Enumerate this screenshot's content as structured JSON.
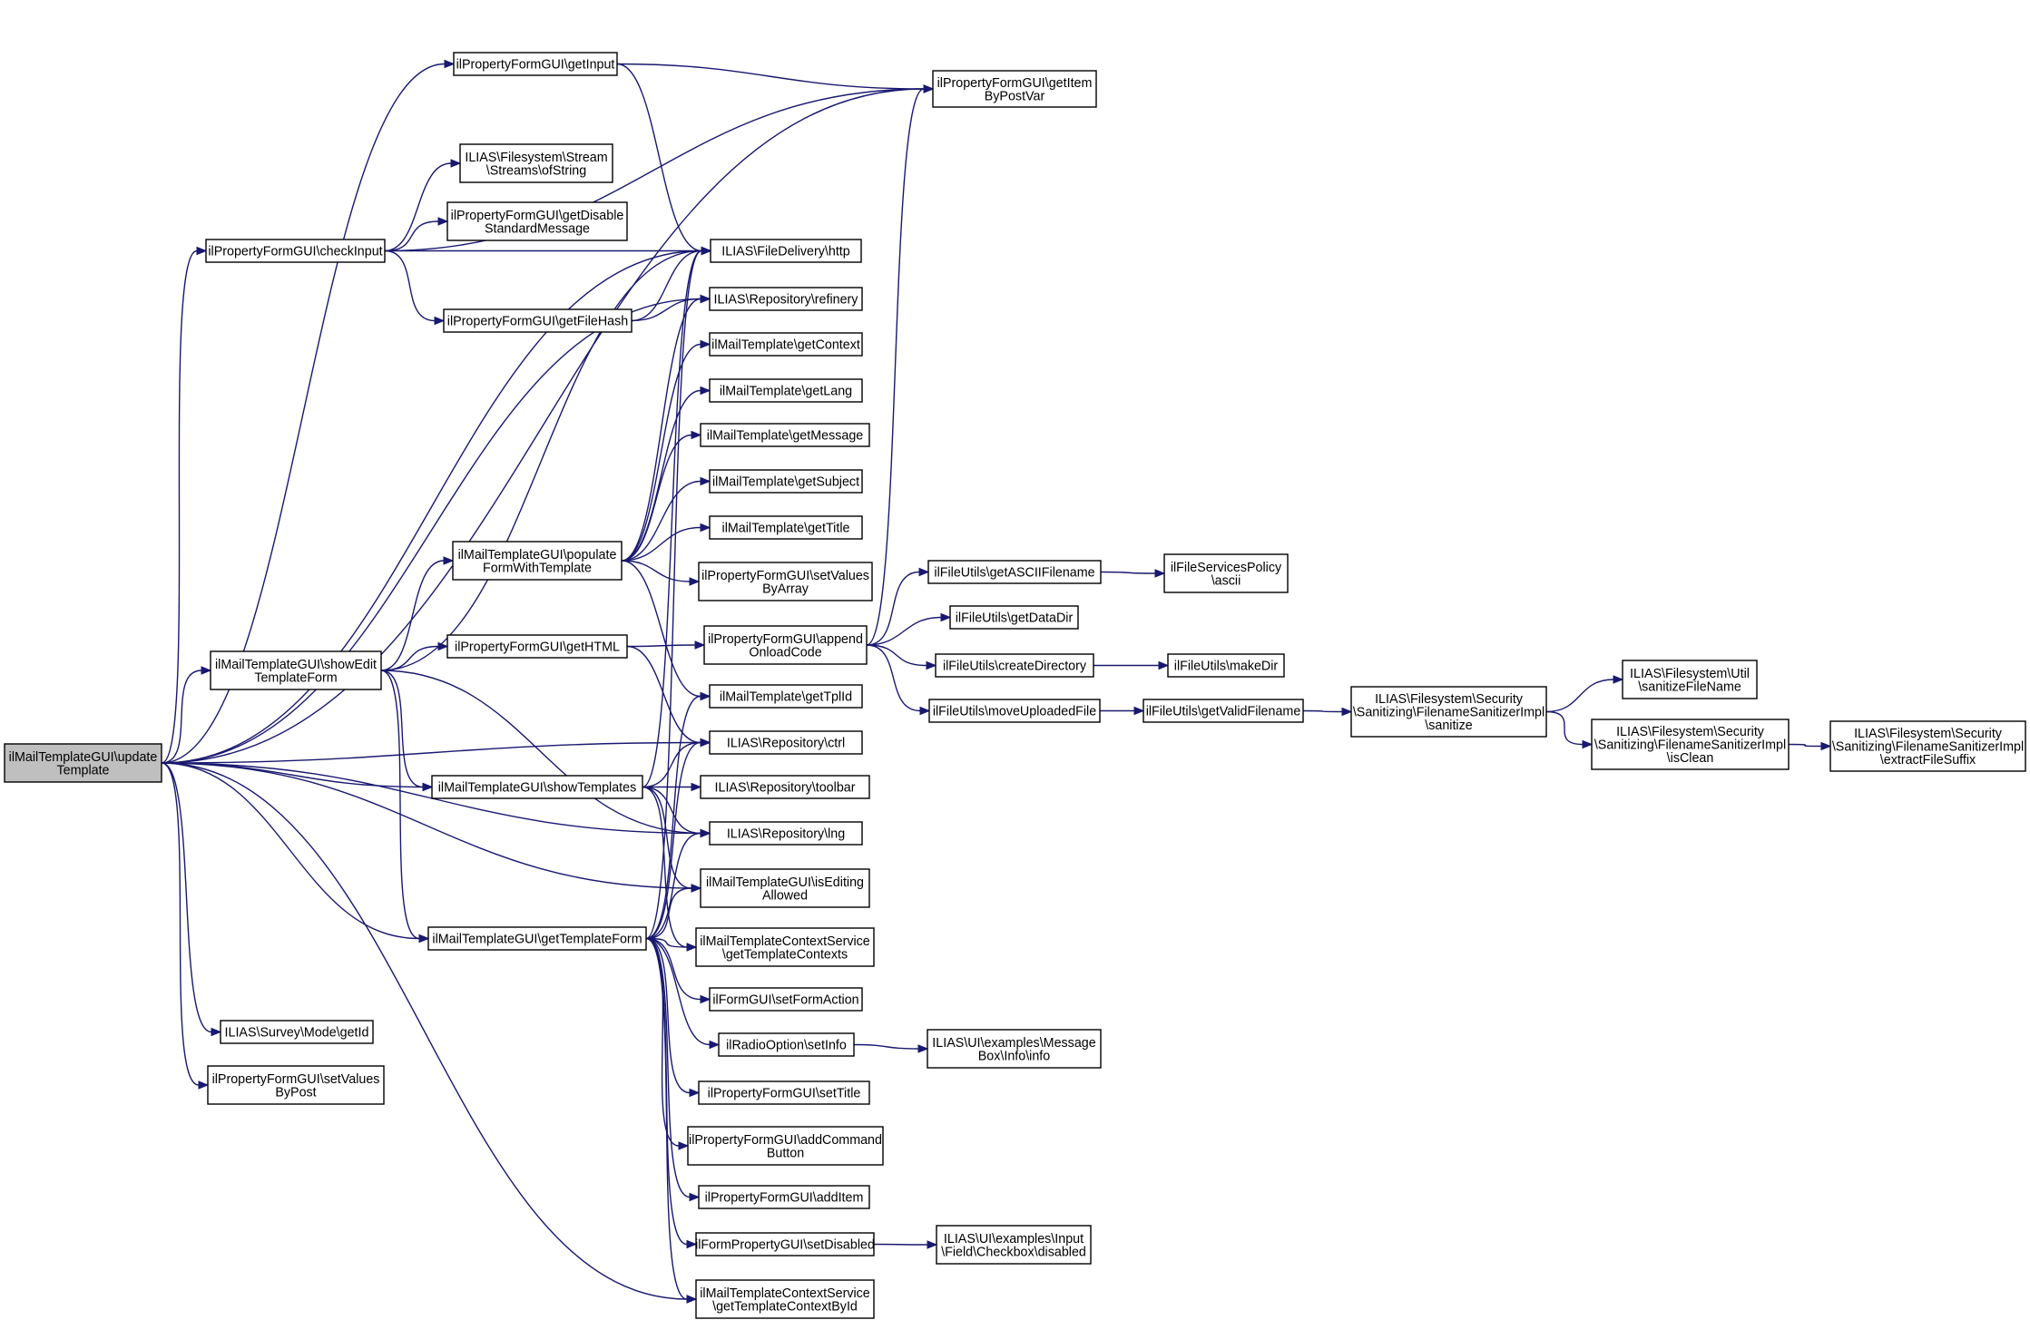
{
  "nodes": [
    {
      "id": "root",
      "lines": [
        "ilMailTemplateGUI\\update",
        "Template"
      ]
    },
    {
      "id": "getInput",
      "lines": [
        "ilPropertyFormGUI\\getInput"
      ]
    },
    {
      "id": "getItemByPostVar",
      "lines": [
        "ilPropertyFormGUI\\getItem",
        "ByPostVar"
      ]
    },
    {
      "id": "ofString",
      "lines": [
        "ILIAS\\Filesystem\\Stream",
        "\\Streams\\ofString"
      ]
    },
    {
      "id": "getDisable",
      "lines": [
        "ilPropertyFormGUI\\getDisable",
        "StandardMessage"
      ]
    },
    {
      "id": "checkInput",
      "lines": [
        "ilPropertyFormGUI\\checkInput"
      ]
    },
    {
      "id": "http",
      "lines": [
        "ILIAS\\FileDelivery\\http"
      ]
    },
    {
      "id": "getFileHash",
      "lines": [
        "ilPropertyFormGUI\\getFileHash"
      ]
    },
    {
      "id": "refinery",
      "lines": [
        "ILIAS\\Repository\\refinery"
      ]
    },
    {
      "id": "getContext",
      "lines": [
        "ilMailTemplate\\getContext"
      ]
    },
    {
      "id": "getLang",
      "lines": [
        "ilMailTemplate\\getLang"
      ]
    },
    {
      "id": "getMessage",
      "lines": [
        "ilMailTemplate\\getMessage"
      ]
    },
    {
      "id": "getSubject",
      "lines": [
        "ilMailTemplate\\getSubject"
      ]
    },
    {
      "id": "getTitle",
      "lines": [
        "ilMailTemplate\\getTitle"
      ]
    },
    {
      "id": "populate",
      "lines": [
        "ilMailTemplateGUI\\populate",
        "FormWithTemplate"
      ]
    },
    {
      "id": "setValuesByArray",
      "lines": [
        "ilPropertyFormGUI\\setValues",
        "ByArray"
      ]
    },
    {
      "id": "getASCIIFilename",
      "lines": [
        "ilFileUtils\\getASCIIFilename"
      ]
    },
    {
      "id": "ascii",
      "lines": [
        "ilFileServicesPolicy",
        "\\ascii"
      ]
    },
    {
      "id": "getDataDir",
      "lines": [
        "ilFileUtils\\getDataDir"
      ]
    },
    {
      "id": "showEdit",
      "lines": [
        "ilMailTemplateGUI\\showEdit",
        "TemplateForm"
      ]
    },
    {
      "id": "getHTML",
      "lines": [
        "ilPropertyFormGUI\\getHTML"
      ]
    },
    {
      "id": "appendOnload",
      "lines": [
        "ilPropertyFormGUI\\append",
        "OnloadCode"
      ]
    },
    {
      "id": "createDirectory",
      "lines": [
        "ilFileUtils\\createDirectory"
      ]
    },
    {
      "id": "makeDir",
      "lines": [
        "ilFileUtils\\makeDir"
      ]
    },
    {
      "id": "sanitizeFileName",
      "lines": [
        "ILIAS\\Filesystem\\Util",
        "\\sanitizeFileName"
      ]
    },
    {
      "id": "getTplId",
      "lines": [
        "ilMailTemplate\\getTplId"
      ]
    },
    {
      "id": "moveUploadedFile",
      "lines": [
        "ilFileUtils\\moveUploadedFile"
      ]
    },
    {
      "id": "getValidFilename",
      "lines": [
        "ilFileUtils\\getValidFilename"
      ]
    },
    {
      "id": "sanitize",
      "lines": [
        "ILIAS\\Filesystem\\Security",
        "\\Sanitizing\\FilenameSanitizerImpl",
        "\\sanitize"
      ]
    },
    {
      "id": "isClean",
      "lines": [
        "ILIAS\\Filesystem\\Security",
        "\\Sanitizing\\FilenameSanitizerImpl",
        "\\isClean"
      ]
    },
    {
      "id": "extractFileSuffix",
      "lines": [
        "ILIAS\\Filesystem\\Security",
        "\\Sanitizing\\FilenameSanitizerImpl",
        "\\extractFileSuffix"
      ]
    },
    {
      "id": "ctrl",
      "lines": [
        "ILIAS\\Repository\\ctrl"
      ]
    },
    {
      "id": "showTemplates",
      "lines": [
        "ilMailTemplateGUI\\showTemplates"
      ]
    },
    {
      "id": "toolbar",
      "lines": [
        "ILIAS\\Repository\\toolbar"
      ]
    },
    {
      "id": "lng",
      "lines": [
        "ILIAS\\Repository\\lng"
      ]
    },
    {
      "id": "isEditingAllowed",
      "lines": [
        "ilMailTemplateGUI\\isEditing",
        "Allowed"
      ]
    },
    {
      "id": "getTemplateForm",
      "lines": [
        "ilMailTemplateGUI\\getTemplateForm"
      ]
    },
    {
      "id": "getTemplateContexts",
      "lines": [
        "ilMailTemplateContextService",
        "\\getTemplateContexts"
      ]
    },
    {
      "id": "setFormAction",
      "lines": [
        "ilFormGUI\\setFormAction"
      ]
    },
    {
      "id": "setInfo",
      "lines": [
        "ilRadioOption\\setInfo"
      ]
    },
    {
      "id": "messageBoxInfo",
      "lines": [
        "ILIAS\\UI\\examples\\Message",
        "Box\\Info\\info"
      ]
    },
    {
      "id": "surveyGetId",
      "lines": [
        "ILIAS\\Survey\\Mode\\getId"
      ]
    },
    {
      "id": "setValuesByPost",
      "lines": [
        "ilPropertyFormGUI\\setValues",
        "ByPost"
      ]
    },
    {
      "id": "setTitle",
      "lines": [
        "ilPropertyFormGUI\\setTitle"
      ]
    },
    {
      "id": "addCommandButton",
      "lines": [
        "ilPropertyFormGUI\\addCommand",
        "Button"
      ]
    },
    {
      "id": "addItem",
      "lines": [
        "ilPropertyFormGUI\\addItem"
      ]
    },
    {
      "id": "setDisabled",
      "lines": [
        "ilFormPropertyGUI\\setDisabled"
      ]
    },
    {
      "id": "checkboxDisabled",
      "lines": [
        "ILIAS\\UI\\examples\\Input",
        "\\Field\\Checkbox\\disabled"
      ]
    },
    {
      "id": "getTemplateContextById",
      "lines": [
        "ilMailTemplateContextService",
        "\\getTemplateContextById"
      ]
    }
  ],
  "edges": [
    [
      "root",
      "getInput"
    ],
    [
      "root",
      "getItemByPostVar"
    ],
    [
      "root",
      "checkInput"
    ],
    [
      "root",
      "http"
    ],
    [
      "root",
      "refinery"
    ],
    [
      "root",
      "showEdit"
    ],
    [
      "root",
      "ctrl"
    ],
    [
      "root",
      "showTemplates"
    ],
    [
      "root",
      "lng"
    ],
    [
      "root",
      "isEditingAllowed"
    ],
    [
      "root",
      "getTemplateForm"
    ],
    [
      "root",
      "surveyGetId"
    ],
    [
      "root",
      "setValuesByPost"
    ],
    [
      "root",
      "getTemplateContextById"
    ],
    [
      "getInput",
      "getItemByPostVar"
    ],
    [
      "getInput",
      "http"
    ],
    [
      "checkInput",
      "getItemByPostVar"
    ],
    [
      "checkInput",
      "ofString"
    ],
    [
      "checkInput",
      "getDisable"
    ],
    [
      "checkInput",
      "http"
    ],
    [
      "checkInput",
      "getFileHash"
    ],
    [
      "getFileHash",
      "http"
    ],
    [
      "getFileHash",
      "refinery"
    ],
    [
      "showEdit",
      "http"
    ],
    [
      "showEdit",
      "populate"
    ],
    [
      "showEdit",
      "getHTML"
    ],
    [
      "showEdit",
      "showTemplates"
    ],
    [
      "showEdit",
      "lng"
    ],
    [
      "showEdit",
      "getTemplateForm"
    ],
    [
      "populate",
      "refinery"
    ],
    [
      "populate",
      "getContext"
    ],
    [
      "populate",
      "getLang"
    ],
    [
      "populate",
      "getMessage"
    ],
    [
      "populate",
      "getSubject"
    ],
    [
      "populate",
      "getTitle"
    ],
    [
      "populate",
      "setValuesByArray"
    ],
    [
      "populate",
      "getTplId"
    ],
    [
      "getHTML",
      "appendOnload"
    ],
    [
      "getHTML",
      "ctrl"
    ],
    [
      "appendOnload",
      "getItemByPostVar"
    ],
    [
      "appendOnload",
      "getASCIIFilename"
    ],
    [
      "appendOnload",
      "getDataDir"
    ],
    [
      "appendOnload",
      "createDirectory"
    ],
    [
      "appendOnload",
      "moveUploadedFile"
    ],
    [
      "getASCIIFilename",
      "ascii"
    ],
    [
      "createDirectory",
      "makeDir"
    ],
    [
      "moveUploadedFile",
      "getValidFilename"
    ],
    [
      "getValidFilename",
      "sanitize"
    ],
    [
      "sanitize",
      "sanitizeFileName"
    ],
    [
      "sanitize",
      "isClean"
    ],
    [
      "isClean",
      "extractFileSuffix"
    ],
    [
      "showTemplates",
      "http"
    ],
    [
      "showTemplates",
      "ctrl"
    ],
    [
      "showTemplates",
      "toolbar"
    ],
    [
      "showTemplates",
      "lng"
    ],
    [
      "showTemplates",
      "isEditingAllowed"
    ],
    [
      "showTemplates",
      "getTemplateContexts"
    ],
    [
      "getTemplateForm",
      "http"
    ],
    [
      "getTemplateForm",
      "getTplId"
    ],
    [
      "getTemplateForm",
      "ctrl"
    ],
    [
      "getTemplateForm",
      "lng"
    ],
    [
      "getTemplateForm",
      "isEditingAllowed"
    ],
    [
      "getTemplateForm",
      "getTemplateContexts"
    ],
    [
      "getTemplateForm",
      "setFormAction"
    ],
    [
      "getTemplateForm",
      "setInfo"
    ],
    [
      "getTemplateForm",
      "setTitle"
    ],
    [
      "getTemplateForm",
      "addCommandButton"
    ],
    [
      "getTemplateForm",
      "addItem"
    ],
    [
      "getTemplateForm",
      "setDisabled"
    ],
    [
      "getTemplateForm",
      "getTemplateContextById"
    ],
    [
      "setInfo",
      "messageBoxInfo"
    ],
    [
      "setDisabled",
      "checkboxDisabled"
    ]
  ]
}
